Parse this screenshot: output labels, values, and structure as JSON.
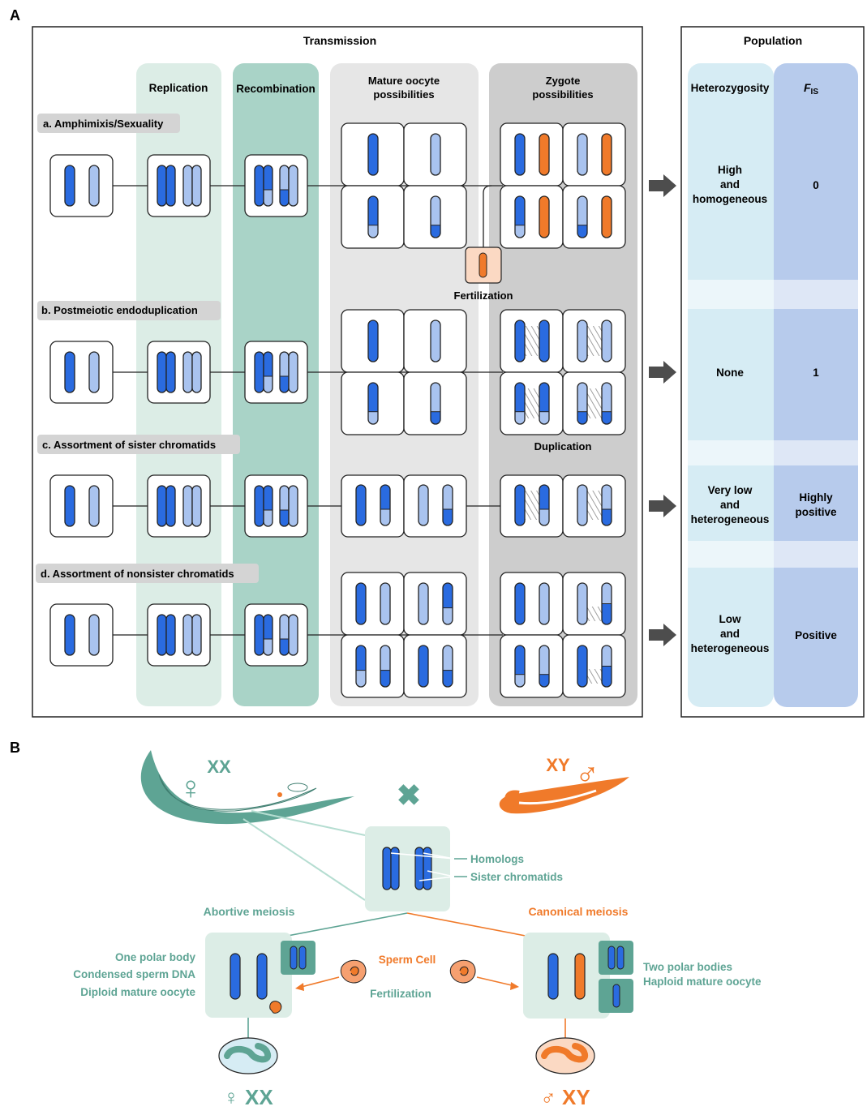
{
  "colors": {
    "dark_blue": "#2a6be0",
    "light_blue": "#a9c3ef",
    "orange": "#f07a2a",
    "teal": "#5ea494",
    "replication_band": "#dcede6",
    "recombination_band": "#a9d3c7",
    "mature_band": "#e6e6e6",
    "zygote_band": "#cdcdcd",
    "heterozygosity_band": "#d6ecf4",
    "fis_band": "#b7cbec",
    "row_label_bg": "#d4d4d4",
    "arrow": "#4d4d4d"
  },
  "panel_a": {
    "label": "A",
    "transmission_title": "Transmission",
    "population_title": "Population",
    "columns": {
      "replication": "Replication",
      "recombination": "Recombination",
      "mature_oocyte": [
        "Mature oocyte",
        "possibilities"
      ],
      "zygote": [
        "Zygote",
        "possibilities"
      ],
      "heterozygosity": "Heterozygosity",
      "fis_main": "F",
      "fis_sub": "IS"
    },
    "fertilization_label": "Fertilization",
    "duplication_label": "Duplication",
    "rows": [
      {
        "label": "a. Amphimixis/Sexuality",
        "heterozygosity": [
          "High",
          "and",
          "homogeneous"
        ],
        "fis": [
          "0"
        ]
      },
      {
        "label": "b.  Postmeiotic endoduplication",
        "heterozygosity": [
          "None"
        ],
        "fis": [
          "1"
        ]
      },
      {
        "label": "c. Assortment of sister chromatids",
        "heterozygosity": [
          "Very low",
          "and",
          "heterogeneous"
        ],
        "fis": [
          "Highly",
          "positive"
        ]
      },
      {
        "label": "d. Assortment of nonsister chromatids",
        "heterozygosity": [
          "Low",
          "and",
          "heterogeneous"
        ],
        "fis": [
          "Positive"
        ]
      }
    ]
  },
  "panel_b": {
    "label": "B",
    "female_sign": "♀",
    "male_sign": "♂",
    "female_karyotype": "XX",
    "male_karyotype": "XY",
    "cross_symbol": "✖",
    "homologs": "Homologs",
    "sister_chromatids": "Sister chromatids",
    "abortive_meiosis": "Abortive meiosis",
    "canonical_meiosis": "Canonical meiosis",
    "abortive_notes": [
      "One polar body",
      "Condensed sperm DNA",
      "Diploid mature oocyte"
    ],
    "canonical_notes": [
      "Two polar bodies",
      "Haploid mature oocyte"
    ],
    "sperm_cell": "Sperm Cell",
    "fertilization": "Fertilization",
    "offspring_female": "♀ XX",
    "offspring_male": "♂ XY"
  }
}
